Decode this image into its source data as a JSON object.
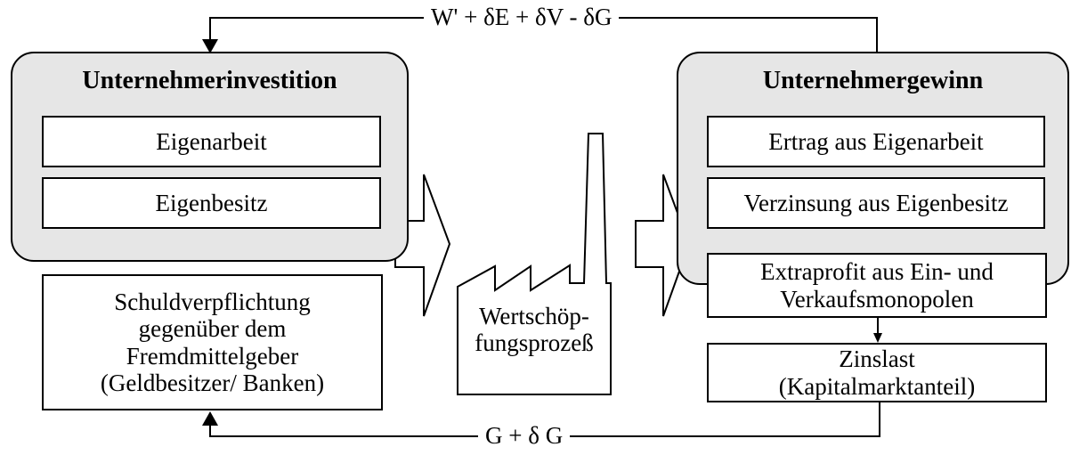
{
  "left": {
    "title": "Unternehmerinvestition",
    "items": [
      "Eigenarbeit",
      "Eigenbesitz"
    ],
    "debt": [
      "Schuldverpflichtung",
      "gegenüber dem",
      "Fremdmittelgeber",
      "(Geldbesitzer/ Banken)"
    ]
  },
  "center": {
    "label": [
      "Wertschöp-",
      "fungsprozeß"
    ]
  },
  "right": {
    "title": "Unternehmergewinn",
    "items": [
      "Ertrag aus Eigenarbeit",
      "Verzinsung aus Eigenbesitz"
    ],
    "extra": [
      "Extraprofit aus Ein- und",
      "Verkaufsmonopolen"
    ],
    "interest": [
      "Zinslast",
      "(Kapitalmarktanteil)"
    ]
  },
  "flows": {
    "top": "W' + δE + δV - δG",
    "bottom": "G + δ G"
  }
}
